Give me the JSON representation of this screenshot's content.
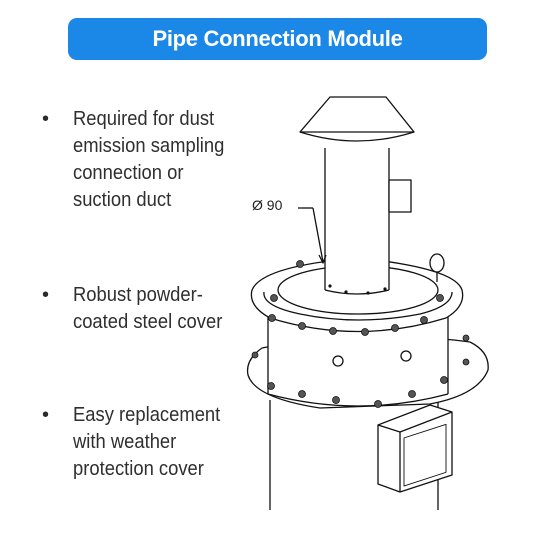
{
  "header": {
    "title": "Pipe Connection Module"
  },
  "bullets": [
    {
      "text": "Required for dust emission sampling connection or suction duct"
    },
    {
      "text": "Robust powder-coated steel cover"
    },
    {
      "text": "Easy replacement with weather protection cover"
    }
  ],
  "drawing": {
    "dimension_label": "Ø 90"
  },
  "colors": {
    "header_background": "#1b87e6",
    "header_text": "#ffffff"
  }
}
